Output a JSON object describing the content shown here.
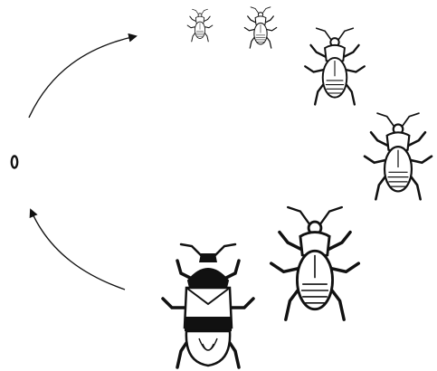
{
  "diagram": {
    "kind": "insect life cycle",
    "stages": [
      {
        "id": "egg",
        "label": ""
      },
      {
        "id": "nymph-1",
        "label": ""
      },
      {
        "id": "nymph-2",
        "label": ""
      },
      {
        "id": "nymph-3",
        "label": ""
      },
      {
        "id": "nymph-4",
        "label": ""
      },
      {
        "id": "nymph-5",
        "label": ""
      },
      {
        "id": "adult",
        "label": ""
      }
    ],
    "colors": {
      "ink": "#111111",
      "background": "#ffffff"
    }
  }
}
